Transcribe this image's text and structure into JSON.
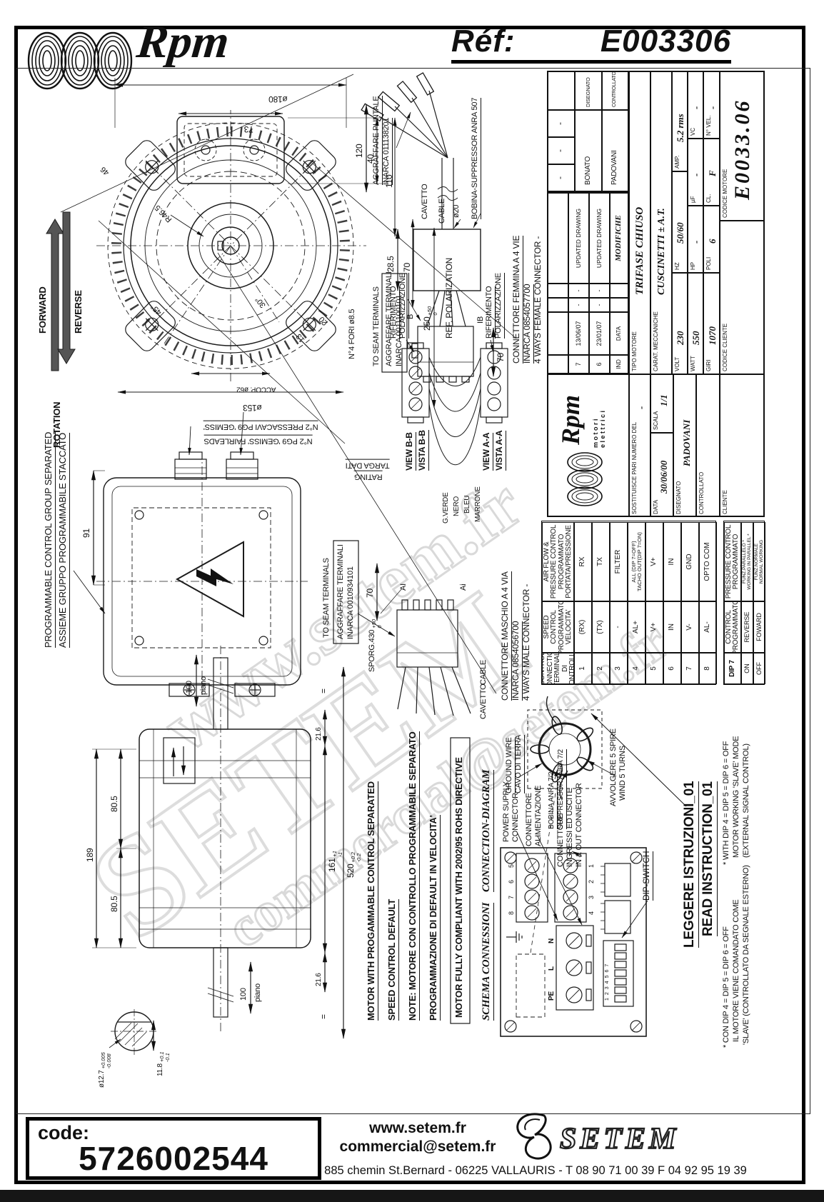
{
  "header": {
    "brand": "Rpm",
    "ref_label": "Réf:",
    "ref_value": "E003306"
  },
  "watermark": {
    "l1": "www.setem.fr",
    "l2": "SETEM",
    "l3": "commercial@setem.fr"
  },
  "rotation": {
    "forward": "FORWARD",
    "reverse": "REVERSE",
    "label": "ROTATION"
  },
  "front_view": {
    "d180": "ø180",
    "d73": "73",
    "d46": "46",
    "d40": "40",
    "d110": "110",
    "d70": "70",
    "d250": "250",
    "d250_tp": "+50",
    "d250_tm": "0",
    "r465": "R46.5",
    "a45": "45°",
    "a30": "30°",
    "n13": "13",
    "n20": "20",
    "accop": "ACCOP. ø62",
    "d153": "ø153",
    "fori": "N°4 FORI ø8.5",
    "pg9_fairleads": "N°2 PG9 'GEMISS' FAIRLEADS",
    "pg9_pressacavi": "N°2 PRESSACAVI PG9 'GEMISS'"
  },
  "control_group": {
    "t1": "PROGRAMMABLE CONTROL GROUP SEPARATED",
    "t2": "ASSIEME GRUPPO PROGRAMMABILE STACCATO",
    "d91": "91"
  },
  "female_cable": {
    "agg1": "AGGRAFFARE PUNTALE",
    "agg2": "INARCA 011138201",
    "d120": "120",
    "bobina": "BOBINA-SUPPRESSOR ANRA 507",
    "cavetto": "CAVETTO",
    "cable": "CABLE",
    "d285": "28.5",
    "d20": "ø20",
    "d70": "70",
    "b": "B",
    "ib": "IB",
    "conn1": "CONNETTORE FEMMINA A 4 VIE",
    "conn2": "INARCA 0854057700",
    "conn3": "4 WAYS FEMALE CONNECTOR -",
    "seam": "TO SEAM TERMINALS",
    "seam2": "AGGRAFFARE TERMINALI",
    "seam3": "INARCA 0011100101"
  },
  "views": {
    "vb1": "VIEW B-B",
    "vb2": "VISTA B-B",
    "va1": "VIEW A-A",
    "va2": "VISTA A-A",
    "w1": "G.VERDE",
    "w2": "NERO",
    "w3": "BLEU",
    "w4": "MARRONE",
    "rif1": "RIFERIMENTO",
    "rif2": "POLARIZZAZIONE",
    "refpol": "REF. POLARIZATION"
  },
  "male_cable": {
    "rating": "RATING",
    "targa": "TARGA DATI",
    "seam": "TO SEAM TERMINALS",
    "seam2": "AGGRAFFARE TERMINALI",
    "seam3": "INARCA 0010934101",
    "sporg": "SPORG.430",
    "sporg_tp": "+50",
    "sporg_tm": "0",
    "d70": "70",
    "ai1": "AI",
    "ai2": "Ai",
    "cavetto": "CAVETTO",
    "cable": "CABLE",
    "conn1": "CONNETTORE MASCHIO A 4 VIA",
    "conn2": "INARCA 0854056700",
    "conn3": "4 WAYS MALE CONNECTOR -"
  },
  "side_view": {
    "d189": "189",
    "d805a": "80.5",
    "d805b": "80.5",
    "d216a": "21.6",
    "d216b": "21.6",
    "eq1": "=",
    "eq2": "=",
    "d100a": "100",
    "pianoa": "piano",
    "d100b": "100",
    "pianob": "piano",
    "d161": "161",
    "d161_tp": "+1",
    "d161_tm": "-1",
    "d520": "520",
    "d520_tp": "+0.2",
    "d520_tm": "-0.2",
    "d127": "ø12.7",
    "d127_tp": "+0.005",
    "d127_tm": "-0.008",
    "d118": "11.8",
    "d118_tp": "+0.1",
    "d118_tm": "-0.1"
  },
  "notes": {
    "n1": "MOTOR WITH PROGAMMABLE CONTROL SEPARATED",
    "n2": "SPEED CONTROL DEFAULT",
    "n3": "NOTE: MOTORE CON CONTROLLO PROGRAMMABILE SEPARATO",
    "n4": "PROGRAMMAZIONE DI DEFAULT IN VELOCITA'",
    "n5": "MOTOR FULLY COMPLIANT WITH 2002/95 ROHS DIRECTIVE",
    "t1": "SCHEMA CONNESSIONI",
    "t2": "CONNECTION-DIAGRAM"
  },
  "diagram": {
    "ps1": "POWER SUPPLY",
    "ps2": "CONNECTOR",
    "al1": "CONNETTORE",
    "al2": "ALIMENTAZIONE",
    "io1": "CONNETTORE",
    "io2": "INGRESSI ED USCITE",
    "io3": "IN & OUT CONNECTOR",
    "gw1": "GROUND WIRE",
    "gw2": "CAVO DI TERRA",
    "bo1": "BOBINA ANRA 7/2",
    "bo2": "SUPPRESSOR ANRA 7/2",
    "av1": "AVVOLGERE 5 SPIRE",
    "av2": "WIND 5 TURNS",
    "dip": "DIP-SWITCH",
    "leg1": "LEGGERE ISTRUZIONI_01",
    "leg2": "READ INSTRUCTION_01",
    "na1": "* WITH DIP 4 = DIP 5 = DIP 6 = OFF",
    "na2": "MOTOR WORKING 'SLAVE' MODE",
    "na3": "(EXTERNAL SIGNAL CONTROL)",
    "nb1": "* CON DIP 4 = DIP 5 = DIP 6 = OFF",
    "nb2": "IL MOTORE VIENE COMANDATO COME",
    "nb3": "'SLAVE' (CONTROLLATO DA SEGNALE ESTERNO)",
    "pe": "PE",
    "l": "L",
    "n": "N",
    "t8": "8",
    "t7": "7",
    "t6": "6",
    "t5": "5",
    "t4": "4",
    "t3": "3",
    "t2": "2",
    "t1": "1",
    "dipnums": "1234567"
  },
  "pin_table": {
    "h1a": "CONTROL CONNECTION",
    "h1b": "TERMINALI DI CONTROLLO",
    "h2a": "SPEED CONTROL",
    "h2b": "PROGRAMMATO VELOCITA'",
    "h3a": "AIR FLOW & PRESSURE CONTROL",
    "h3b": "PROGRAMMATO PORTATA/PRESSIONE",
    "rows": [
      [
        "1",
        "(RX)",
        "RX"
      ],
      [
        "2",
        "(TX)",
        "TX"
      ],
      [
        "3",
        "-",
        "FILTER"
      ],
      [
        "4",
        "AL+",
        "ALL (DIP 7=OFF)",
        "TACHO OUT(DIP 7=ON)"
      ],
      [
        "5",
        "V+",
        "V+"
      ],
      [
        "6",
        "IN",
        "IN"
      ],
      [
        "7",
        "V-",
        "GND"
      ],
      [
        "8",
        "AL-",
        "OPTO COM"
      ]
    ]
  },
  "dip_table": {
    "h": "DIP 7",
    "on": "ON",
    "on_speed": "REVERSE",
    "on_air1": "FUNZ.PARALLELO *",
    "on_air2": "WORKING IN PARALLEL *",
    "off": "OFF",
    "off_speed": "FOWARD",
    "off_air1": "FUNZ.NORMALE",
    "off_air2": "NORMAL WORKING"
  },
  "title_block": {
    "modifiche": "MODIFICHE",
    "ind": "IND",
    "data_h": "DATA",
    "rev": [
      [
        "7",
        "13/06/07",
        "-",
        "-",
        "UPDATED DRAWING"
      ],
      [
        "6",
        "23/01/07",
        "-",
        "-",
        "UPDATED DRAWING"
      ]
    ],
    "dash1": "-",
    "dash2": "-",
    "dash3": "-",
    "bonato": "BONATO",
    "padovani": "PADOVANI",
    "disegnato": "DISEGNATO",
    "controllato": "CONTROLLATO",
    "brand": "Rpm",
    "brand_sub": "motori elettrici",
    "sost": "SOSTITUISCE PARI NUMERO DEL",
    "sost_v": "-",
    "data_l": "DATA",
    "data_v": "30/06/00",
    "scala_l": "SCALA",
    "scala_v": "1/1",
    "dis_l": "DISEGNATO",
    "dis_v": "PADOVANI",
    "ctrl_l": "CONTROLLATO",
    "tipo_l": "TIPO MOTORE",
    "tipo_v": "TRIFASE CHIUSO",
    "carat_l": "CARAT. MECCANICHE",
    "carat_v": "CUSCINETTI ± A.T.",
    "volt_l": "VOLT",
    "volt_v": "230",
    "hz_l": "HZ",
    "hz_v": "50/60",
    "amp_l": "AMP.",
    "amp_v": "5.2 rms",
    "watt_l": "WATT",
    "watt_v": "550",
    "hp_l": "HP",
    "hp_v": "-",
    "uf_l": "µF",
    "uf_v": "-",
    "vc_l": "VC",
    "vc_v": "-",
    "giri_l": "GIRI",
    "giri_v": "1070",
    "poli_l": "POLI",
    "poli_v": "6",
    "cl_l": "CL.",
    "cl_v": "F",
    "nvel_l": "N° VEL.",
    "nvel_v": "-",
    "cliente": "CLIENTE",
    "cod_cliente": "CODICE CLIENTE",
    "cod_motore": "CODICE MOTORE",
    "cod_motore_v": "E0033.06"
  },
  "footer": {
    "code_label": "code:",
    "code_value": "5726002544",
    "website": "www.setem.fr",
    "email": "commercial@setem.fr",
    "address": "885 chemin St.Bernard  -  06225 VALLAURIS  -  T 08 90 71 00 39   F 04 92 95 19 39",
    "brand": "SETEM"
  }
}
